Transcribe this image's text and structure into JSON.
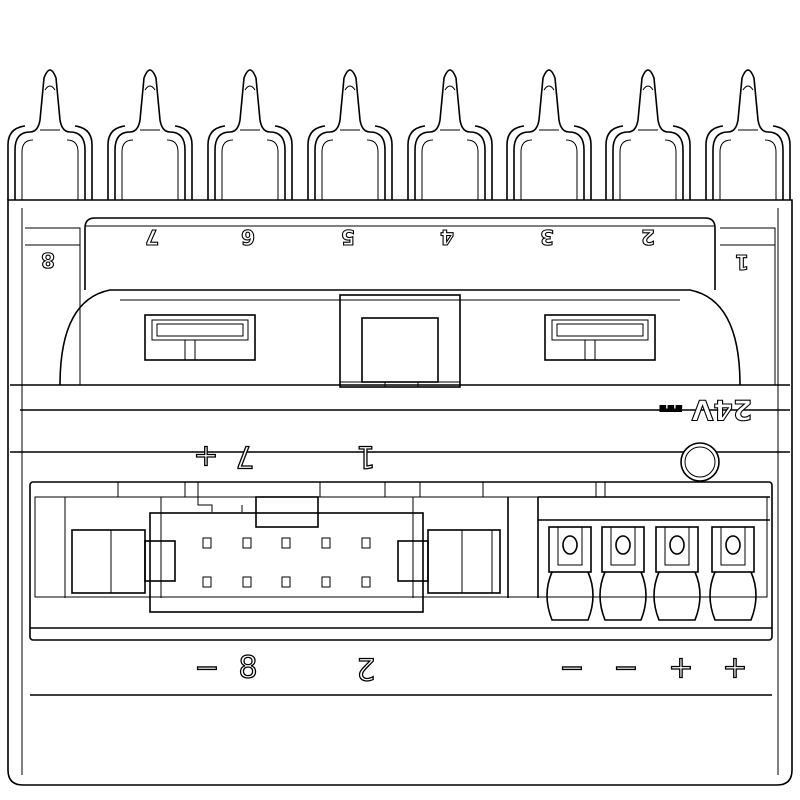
{
  "top_pin_labels": [
    "8",
    "7",
    "6",
    "5",
    "4",
    "3",
    "2",
    "1"
  ],
  "voltage_label": "24V ⎓",
  "upper_connector_labels": {
    "plus": "+",
    "seven": "7",
    "one": "1"
  },
  "lower_connector_labels": {
    "minus": "−",
    "eight": "8",
    "two": "2"
  },
  "terminal_polarity_labels": [
    "−",
    "−",
    "+",
    "+"
  ],
  "colors": {
    "stroke": "#000000",
    "background": "#ffffff"
  }
}
